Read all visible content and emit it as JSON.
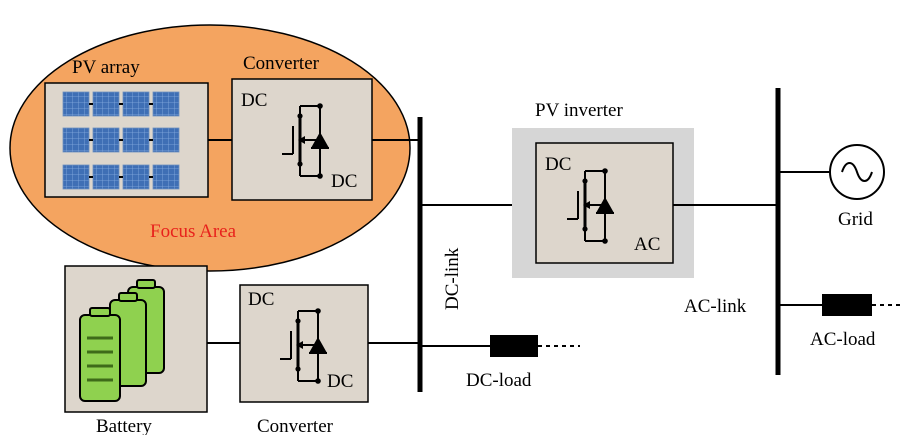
{
  "labels": {
    "pv_array": "PV array",
    "converter_top": "Converter",
    "focus_area": "Focus Area",
    "pv_inverter": "PV inverter",
    "grid": "Grid",
    "dc_link": "DC-link",
    "ac_link": "AC-link",
    "ac_load": "AC-load",
    "dc_load": "DC-load",
    "battery": "Battery",
    "converter_bottom": "Converter"
  },
  "converter_top": {
    "in": "DC",
    "out": "DC"
  },
  "converter_bottom": {
    "in": "DC",
    "out": "DC"
  },
  "inverter": {
    "in": "DC",
    "out": "AC"
  },
  "colors": {
    "focus_fill": "#f4a460",
    "focus_text": "#e8221c",
    "box_fill": "#ddd6cc",
    "inverter_frame": "#d6d6d6",
    "panel_blue": "#3f6fb5",
    "battery_green": "#8fd14f"
  }
}
